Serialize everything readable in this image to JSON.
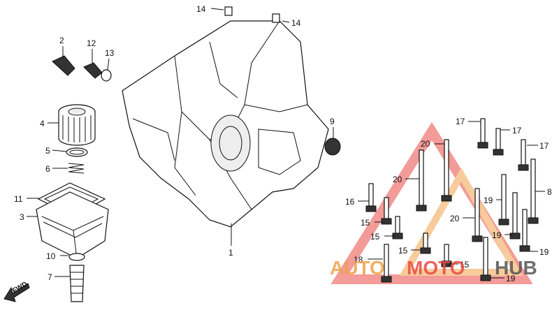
{
  "labels": [
    {
      "id": "l14a",
      "text": "14"
    },
    {
      "id": "l14b",
      "text": "14"
    },
    {
      "id": "l2",
      "text": "2"
    },
    {
      "id": "l12",
      "text": "12"
    },
    {
      "id": "l13",
      "text": "13"
    },
    {
      "id": "l4",
      "text": "4"
    },
    {
      "id": "l5",
      "text": "5"
    },
    {
      "id": "l6",
      "text": "6"
    },
    {
      "id": "l11",
      "text": "11"
    },
    {
      "id": "l3",
      "text": "3"
    },
    {
      "id": "l10",
      "text": "10"
    },
    {
      "id": "l7",
      "text": "7"
    },
    {
      "id": "l1",
      "text": "1"
    },
    {
      "id": "l9",
      "text": "9"
    },
    {
      "id": "l17a",
      "text": "17"
    },
    {
      "id": "l17b",
      "text": "17"
    },
    {
      "id": "l17c",
      "text": "17"
    },
    {
      "id": "l20a",
      "text": "20"
    },
    {
      "id": "l20b",
      "text": "20"
    },
    {
      "id": "l20c",
      "text": "20"
    },
    {
      "id": "l8",
      "text": "8"
    },
    {
      "id": "l16",
      "text": "16"
    },
    {
      "id": "l19a",
      "text": "19"
    },
    {
      "id": "l19b",
      "text": "19"
    },
    {
      "id": "l19c",
      "text": "19"
    },
    {
      "id": "l19d",
      "text": "19"
    },
    {
      "id": "l15a",
      "text": "15"
    },
    {
      "id": "l15b",
      "text": "15"
    },
    {
      "id": "l15c",
      "text": "15"
    },
    {
      "id": "l15d",
      "text": "15"
    },
    {
      "id": "l18",
      "text": "18"
    }
  ],
  "fwd_label": "FWD",
  "watermark": {
    "part1": "AUTO",
    "part2": "MOTO",
    "part3": "HUB",
    "color_a": "#f1a14a",
    "color_b": "#e94a44"
  }
}
